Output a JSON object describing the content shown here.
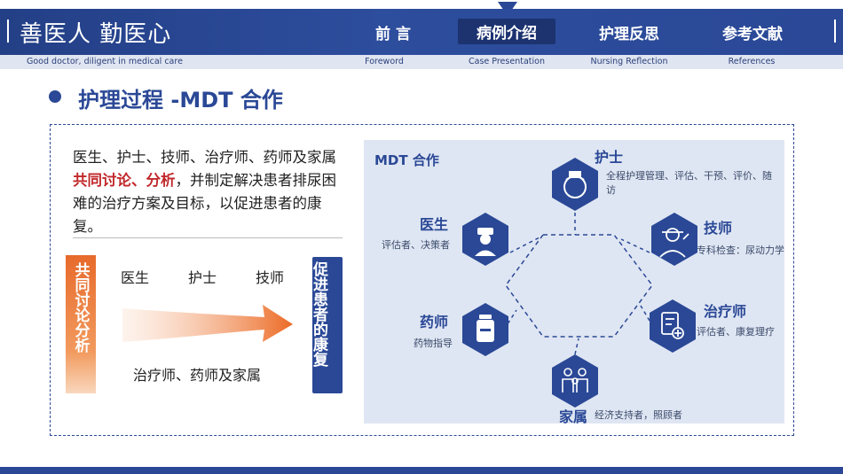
{
  "header": {
    "brand": "善医人 勤医心",
    "slogan": "Good doctor, diligent in medical care",
    "nav": [
      {
        "label": "前 言",
        "en": "Foreword"
      },
      {
        "label": "病例介绍",
        "en": "Case Presentation"
      },
      {
        "label": "护理反思",
        "en": "Nursing Reflection"
      },
      {
        "label": "参考文献",
        "en": "References"
      }
    ]
  },
  "section": {
    "title": "护理过程 -MDT 合作"
  },
  "left": {
    "para_before": "医生、护士、技师、治疗师、药师及家属",
    "para_highlight": "共同讨论、分析",
    "para_after": "，并制定解决患者排尿困难的治疗方案及目标，以促进患者的康复。",
    "orange_label": "共同讨论分析",
    "blue_label": "促进患者的康复",
    "roles_top": [
      "医生",
      "护士",
      "技师"
    ],
    "roles_bottom": "治疗师、药师及家属"
  },
  "panel": {
    "title": "MDT 合作",
    "nodes": [
      {
        "name": "护士",
        "desc": "全程护理管理、评估、干预、评价、随访",
        "icon": "nurse-icon"
      },
      {
        "name": "医生",
        "desc": "评估者、决策者",
        "icon": "doctor-icon"
      },
      {
        "name": "技师",
        "desc": "专科检查：尿动力学",
        "icon": "technician-icon"
      },
      {
        "name": "药师",
        "desc": "药物指导",
        "icon": "medicine-bottle-icon"
      },
      {
        "name": "治疗师",
        "desc": "评估者、康复理疗",
        "icon": "therapy-icon"
      },
      {
        "name": "家属",
        "desc": "经济支持者，照顾者",
        "icon": "family-icon"
      }
    ]
  },
  "colors": {
    "primary": "#2a4896",
    "accent": "#e76a2c",
    "highlight": "#c0282b",
    "panel": "#dfe6f3"
  }
}
